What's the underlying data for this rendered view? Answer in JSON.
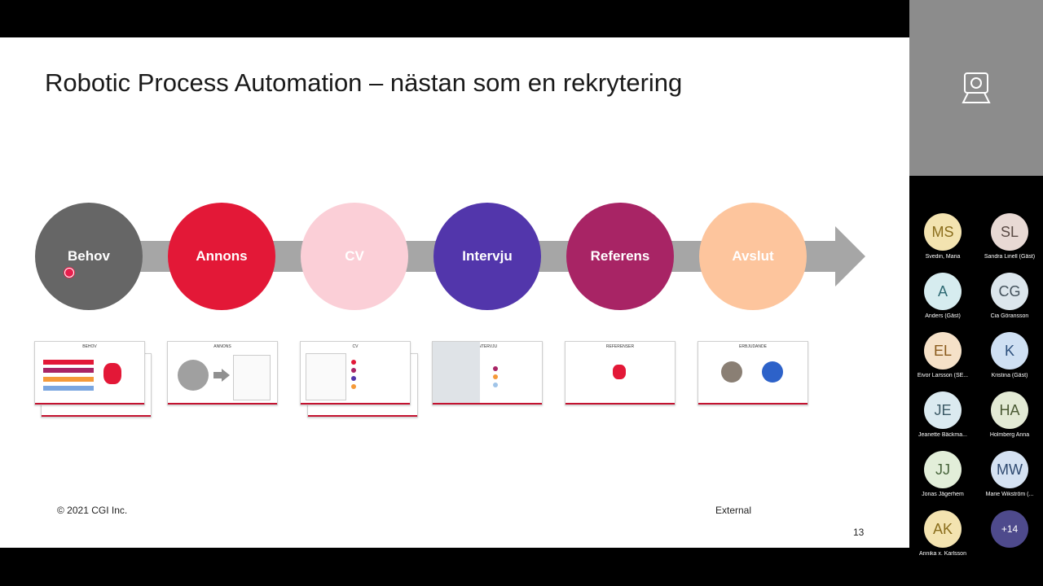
{
  "slide": {
    "title": "Robotic Process Automation – nästan som en rekrytering",
    "copyright": "© 2021 CGI Inc.",
    "classification": "External",
    "page_number": "13"
  },
  "steps": [
    {
      "label": "Behov",
      "color": "#666666"
    },
    {
      "label": "Annons",
      "color": "#e31837"
    },
    {
      "label": "CV",
      "color": "#fbcfd7"
    },
    {
      "label": "Intervju",
      "color": "#5236ab"
    },
    {
      "label": "Referens",
      "color": "#a82465"
    },
    {
      "label": "Avslut",
      "color": "#fdc59d"
    }
  ],
  "thumbnails": [
    {
      "label": "BEHOV"
    },
    {
      "label": "ANNONS"
    },
    {
      "label": "CV"
    },
    {
      "label": "INTERVJU"
    },
    {
      "label": "REFERENSER"
    },
    {
      "label": "ERBJUDANDE"
    }
  ],
  "participants": [
    {
      "initials": "MS",
      "name": "Svedin, Maria",
      "color": "#f3e3b0"
    },
    {
      "initials": "SL",
      "name": "Sandra Linell (Gäst)",
      "color": "#e8d9d4"
    },
    {
      "initials": "A",
      "name": "Anders (Gäst)",
      "color": "#d6ecef"
    },
    {
      "initials": "CG",
      "name": "Cia Göransson",
      "color": "#dce6ec"
    },
    {
      "initials": "EL",
      "name": "Eivor Larsson (SE...",
      "color": "#f5e1c8"
    },
    {
      "initials": "K",
      "name": "Kristina (Gäst)",
      "color": "#cfe0f3"
    },
    {
      "initials": "JE",
      "name": "Jeanette Bäckma...",
      "color": "#dbeaf0"
    },
    {
      "initials": "HA",
      "name": "Holmberg Anna",
      "color": "#e3ead5"
    },
    {
      "initials": "JJ",
      "name": "Jonas Jägerhem",
      "color": "#e2eed9"
    },
    {
      "initials": "MW",
      "name": "Marie Wikström (...",
      "color": "#d5e2f2"
    },
    {
      "initials": "AK",
      "name": "Annika x. Karlsson",
      "color": "#f3e3b0"
    }
  ],
  "more_participants": "+14",
  "icons": {
    "camera": "camera-off-icon"
  }
}
